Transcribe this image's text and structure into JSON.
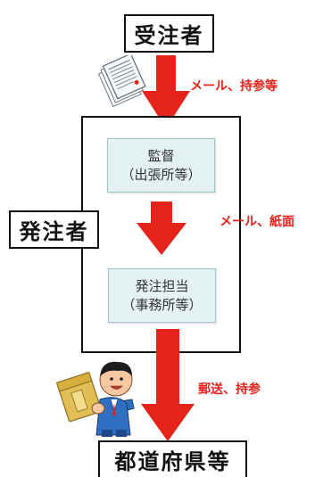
{
  "nodes": {
    "contractor": "受注者",
    "orderer": "発注者",
    "supervisor": {
      "line1": "監督",
      "line2": "（出張所等）"
    },
    "order_staff": {
      "line1": "発注担当",
      "line2": "（事務所等）"
    },
    "prefecture": "都道府県等"
  },
  "edges": {
    "contractor_to_supervisor": "メール、持参等",
    "supervisor_to_staff": "メール、紙面",
    "staff_to_prefecture": "郵送、持参"
  },
  "icons": {
    "documents": "document-stack-icon",
    "person": "person-carrying-documents-icon"
  },
  "colors": {
    "arrow": "#e5231b",
    "note_text": "#e5231b",
    "inner_box_fill": "#e4f2f4",
    "border": "#111111"
  }
}
